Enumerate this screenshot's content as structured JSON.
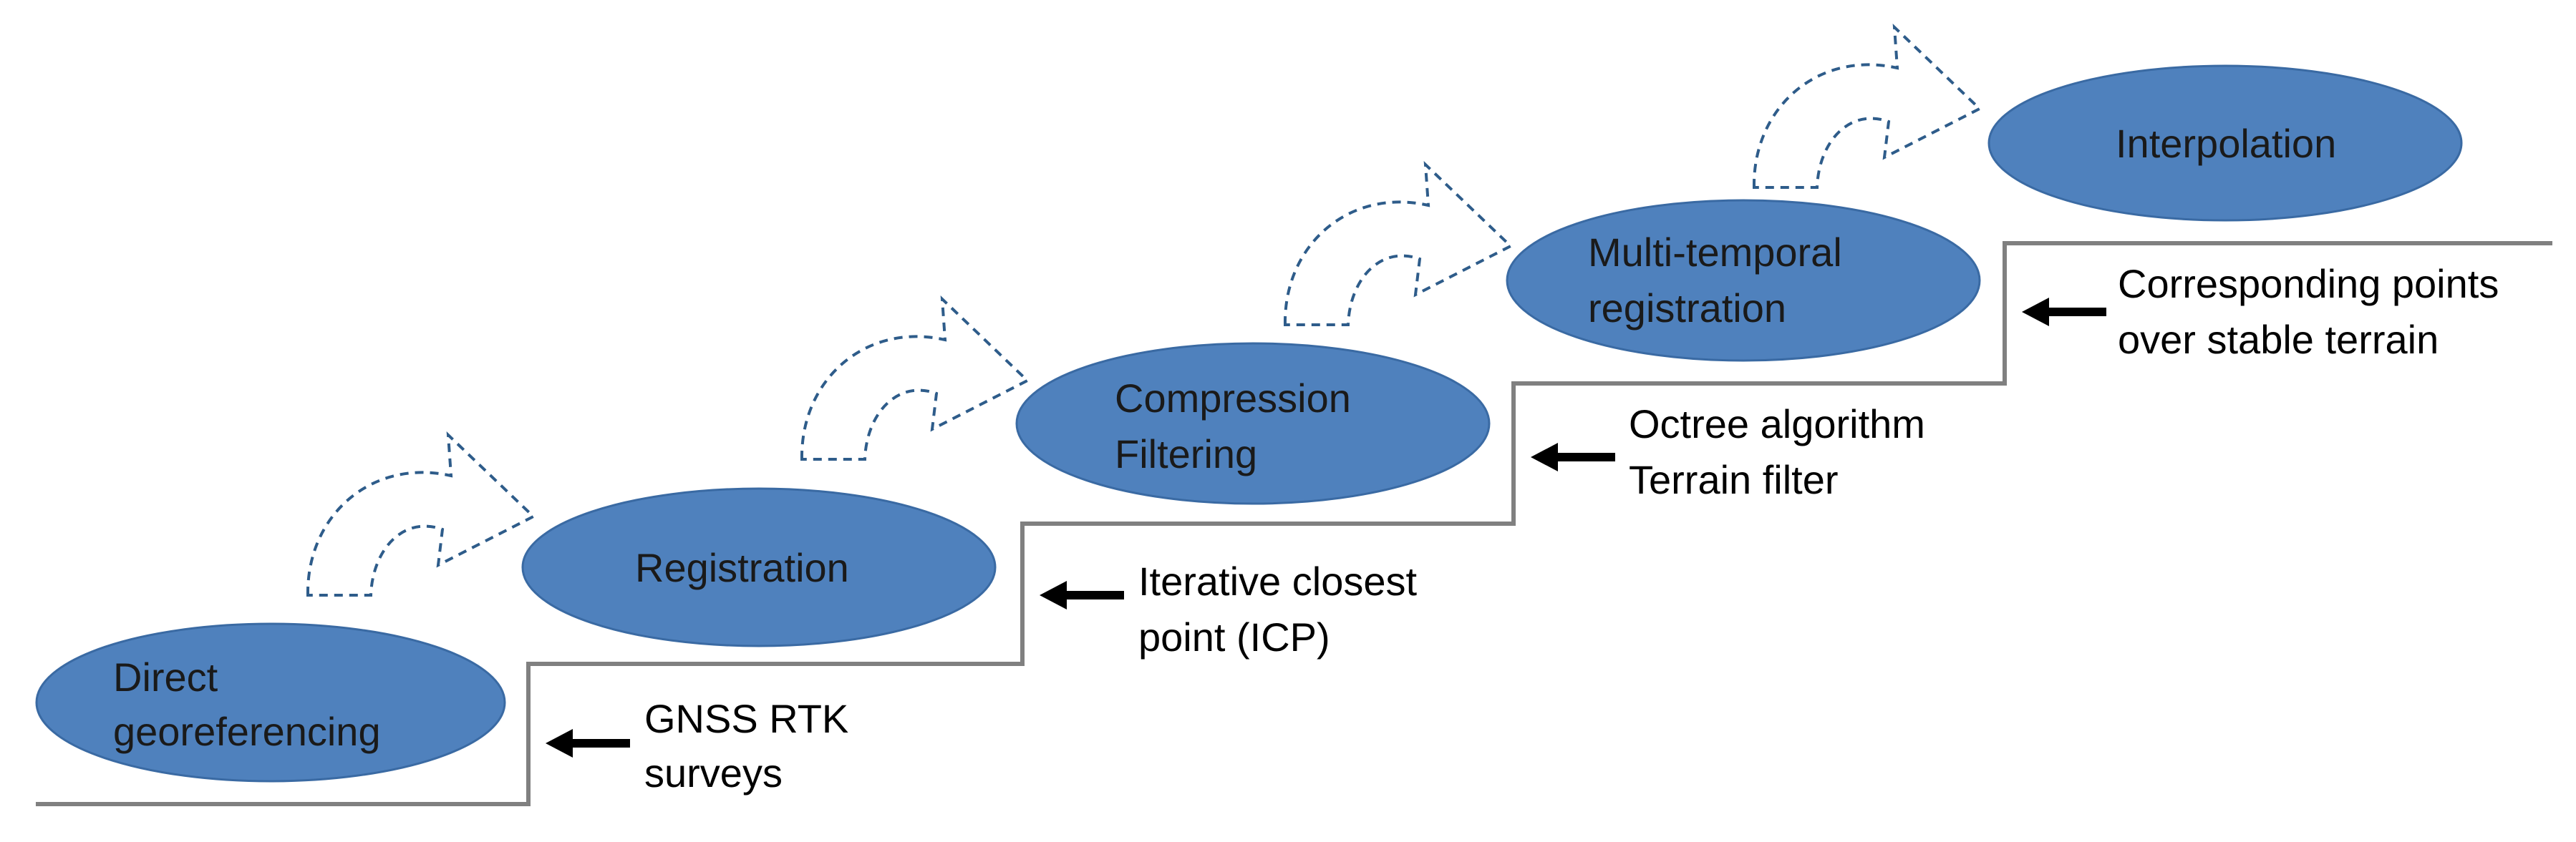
{
  "colors": {
    "ellipse_fill": "#4f81bd",
    "ellipse_stroke": "#3a6aa3",
    "stair_line": "#808080",
    "dashed_arrow": "#2e5c8a",
    "method_arrow": "#000000"
  },
  "steps": [
    {
      "lines": [
        "Direct",
        "georeferencing"
      ]
    },
    {
      "lines": [
        "Registration"
      ]
    },
    {
      "lines": [
        "Compression",
        "Filtering"
      ]
    },
    {
      "lines": [
        "Multi-temporal",
        "registration"
      ]
    },
    {
      "lines": [
        "Interpolation"
      ]
    }
  ],
  "methods": [
    {
      "lines": [
        "GNSS RTK",
        "surveys"
      ]
    },
    {
      "lines": [
        "Iterative closest",
        "point (ICP)"
      ]
    },
    {
      "lines": [
        "Octree algorithm",
        "Terrain filter"
      ]
    },
    {
      "lines": [
        "Corresponding points",
        "over stable terrain"
      ]
    }
  ]
}
